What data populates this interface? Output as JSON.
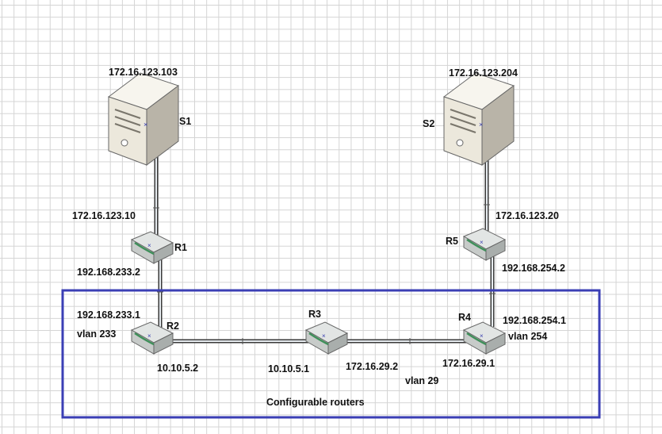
{
  "colors": {
    "region_border": "#3b3fb5",
    "link_outer": "#3a3a3a",
    "link_inner": "#e9eef2",
    "server_front": "#ece8dc",
    "server_side": "#b9b4a8",
    "server_top": "#f7f5ee",
    "router_body": "#c7cbc9",
    "router_accent": "#3f8f5a"
  },
  "servers": [
    {
      "id": "S1",
      "name": "S1",
      "ip": "172.16.123.103",
      "icon": "server-icon"
    },
    {
      "id": "S2",
      "name": "S2",
      "ip": "172.16.123.204",
      "icon": "server-icon"
    }
  ],
  "routers": [
    {
      "id": "R1",
      "name": "R1",
      "icon": "router-icon"
    },
    {
      "id": "R2",
      "name": "R2",
      "icon": "router-icon"
    },
    {
      "id": "R3",
      "name": "R3",
      "icon": "router-icon"
    },
    {
      "id": "R4",
      "name": "R4",
      "icon": "router-icon"
    },
    {
      "id": "R5",
      "name": "R5",
      "icon": "router-icon"
    }
  ],
  "interfaces": {
    "r1_server_side": "172.16.123.10",
    "r1_downlink": "192.168.233.2",
    "r2_uplink": "192.168.233.1",
    "r2_vlan": "vlan 233",
    "r2_to_r3": "10.10.5.2",
    "r3_to_r2": "10.10.5.1",
    "r3_to_r4": "172.16.29.2",
    "r4_to_r3": "172.16.29.1",
    "link_r3_r4_vlan": "vlan 29",
    "r5_server_side": "172.16.123.20",
    "r5_downlink": "192.168.254.2",
    "r4_uplink": "192.168.254.1",
    "r4_vlan": "vlan 254"
  },
  "region": {
    "label": "Configurable routers"
  }
}
